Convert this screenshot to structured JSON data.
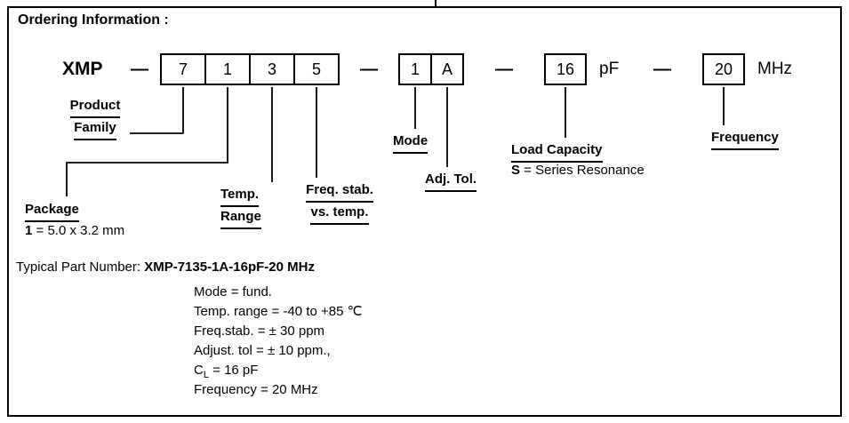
{
  "window": {
    "title": "Ordering Information :"
  },
  "part_code": {
    "prefix": "XMP",
    "separator": "—",
    "group1_digits": [
      "7",
      "1",
      "3",
      "5"
    ],
    "group2_digits": [
      "1",
      "A"
    ],
    "load_capacity_value": "16",
    "load_capacity_unit": "pF",
    "frequency_value": "20",
    "frequency_unit": "MHz"
  },
  "field_labels": {
    "product_family": [
      "Product",
      "Family"
    ],
    "package": "Package",
    "package_note_key": "1",
    "package_note_value": " = 5.0 x 3.2 mm",
    "temp_range": [
      "Temp.",
      "Range"
    ],
    "freq_stab": [
      "Freq. stab.",
      "vs. temp."
    ],
    "mode": "Mode",
    "adj_tol": "Adj. Tol.",
    "load_capacity": "Load Capacity",
    "load_capacity_note_key": "S",
    "load_capacity_note_value": " = Series Resonance",
    "frequency": "Frequency"
  },
  "typical": {
    "label": "Typical Part Number: ",
    "part_number": "XMP-7135-1A-16pF-20 MHz",
    "details": {
      "mode": "Mode = fund.",
      "temp_range": "Temp. range = -40 to +85 ℃",
      "freq_stab": "Freq.stab. = ± 30 ppm",
      "adj_tol": "Adjust. tol = ± 10 ppm.,",
      "cl_symbol": "C",
      "cl_subscript": "L",
      "cl_value": " = 16 pF",
      "frequency": "Frequency = 20 MHz"
    }
  }
}
